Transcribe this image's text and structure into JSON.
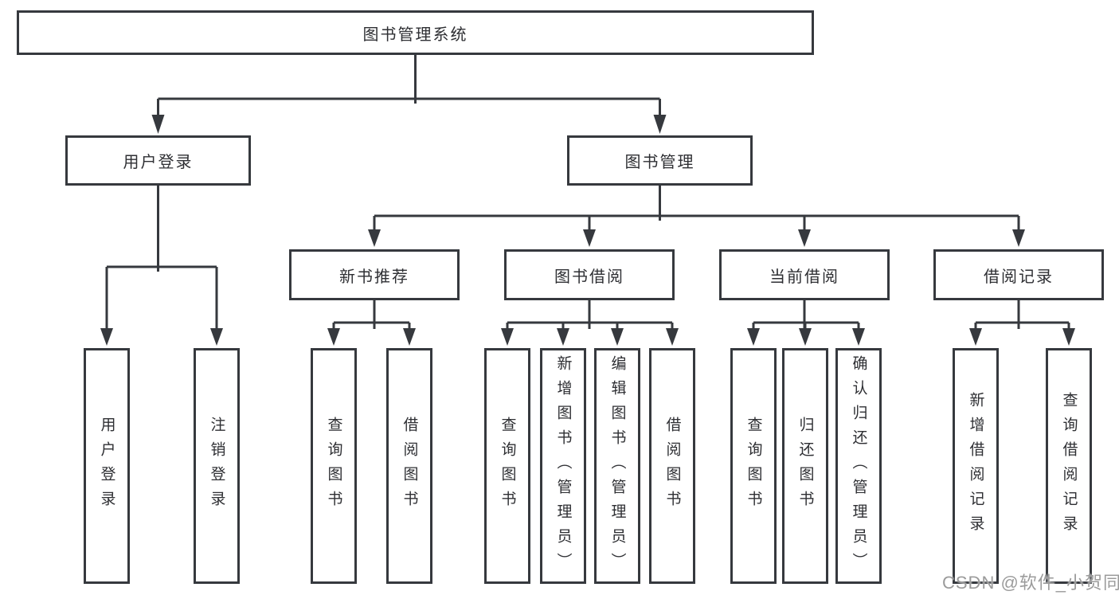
{
  "tree": {
    "root": {
      "label": "图书管理系统"
    },
    "children": [
      {
        "label": "用户登录",
        "children": [
          {
            "label": "用户登录"
          },
          {
            "label": "注销登录"
          }
        ]
      },
      {
        "label": "图书管理",
        "children": [
          {
            "label": "新书推荐",
            "children": [
              {
                "label": "查询图书"
              },
              {
                "label": "借阅图书"
              }
            ]
          },
          {
            "label": "图书借阅",
            "children": [
              {
                "label": "查询图书"
              },
              {
                "label": "新增图书（管理员）"
              },
              {
                "label": "编辑图书（管理员）"
              },
              {
                "label": "借阅图书"
              }
            ]
          },
          {
            "label": "当前借阅",
            "children": [
              {
                "label": "查询图书"
              },
              {
                "label": "归还图书"
              },
              {
                "label": "确认归还（管理员）"
              }
            ]
          },
          {
            "label": "借阅记录",
            "children": [
              {
                "label": "新增借阅记录"
              },
              {
                "label": "查询借阅记录"
              }
            ]
          }
        ]
      }
    ]
  },
  "watermark": {
    "text": "CSDN @软件_小贺同学"
  },
  "colors": {
    "line": "#36393e",
    "box_border": "#36393e",
    "text": "#2e2f33",
    "watermark": "#9b9b9b",
    "background": "#ffffff"
  }
}
